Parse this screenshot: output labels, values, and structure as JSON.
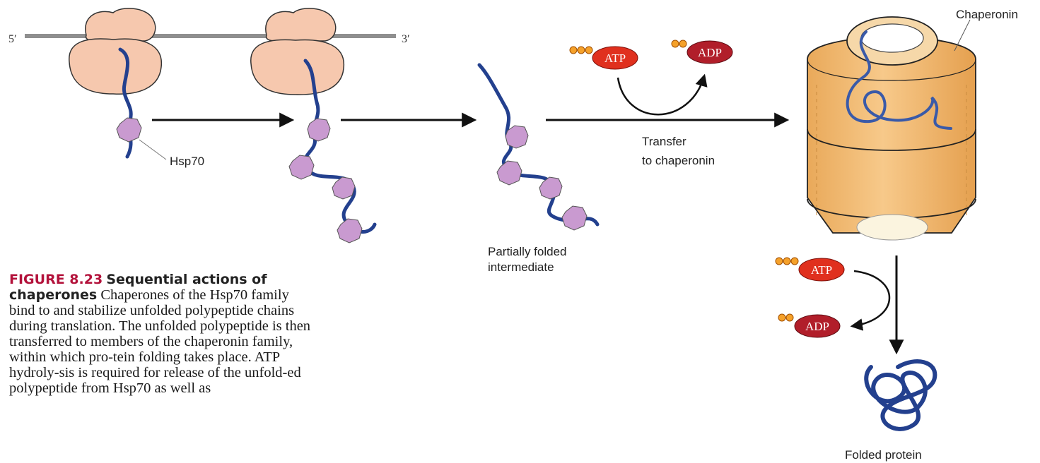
{
  "labels": {
    "five_prime": "5′",
    "three_prime": "3′",
    "hsp70": "Hsp70",
    "partially_folded_line1": "Partially folded",
    "partially_folded_line2": "intermediate",
    "transfer_line1": "Transfer",
    "transfer_line2": "to chaperonin",
    "chaperonin": "Chaperonin",
    "folded_protein": "Folded protein",
    "atp": "ATP",
    "adp": "ADP"
  },
  "caption": {
    "figure_number": "FIGURE 8.23",
    "title": "Sequential actions of chaperones",
    "body": "Chaperones of the Hsp70 family bind to and stabilize unfolded polypeptide chains during translation. The unfolded polypeptide is then transferred to members of the chaperonin family, within which pro-tein folding takes place. ATP hydroly-sis is required for release of the unfold-ed polypeptide from Hsp70 as well as"
  },
  "colors": {
    "ribosome": "#f6c8ae",
    "mrna": "#8f8f8f",
    "polypeptide": "#23408e",
    "hsp70": "#c99ad0",
    "chaperonin": "#f3bd74",
    "atp": "#e0301e",
    "adp": "#b11e2a",
    "phosphate": "#f5a12a",
    "figure_number": "#b3123b"
  }
}
